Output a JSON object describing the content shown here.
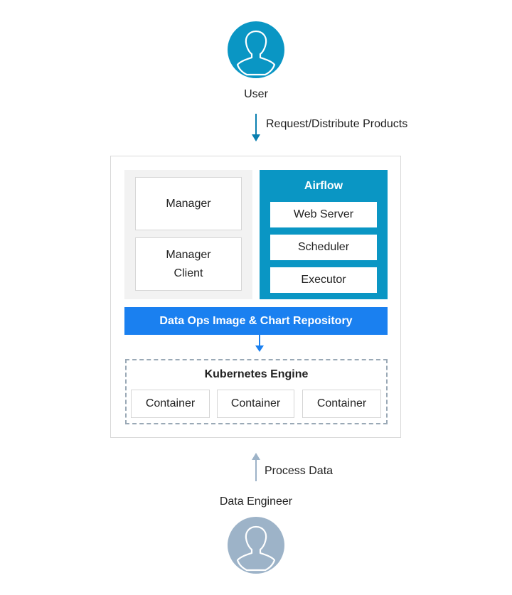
{
  "user": {
    "label": "User",
    "color": "#0a96c4"
  },
  "data_engineer": {
    "label": "Data Engineer",
    "color": "#9db3c8"
  },
  "flows": {
    "request": "Request/Distribute Products",
    "process": "Process Data"
  },
  "manager_panel": {
    "manager": "Manager",
    "manager_client_line1": "Manager",
    "manager_client_line2": "Client"
  },
  "airflow": {
    "title": "Airflow",
    "components": [
      "Web Server",
      "Scheduler",
      "Executor"
    ]
  },
  "repository": {
    "label": "Data Ops Image & Chart Repository"
  },
  "kubernetes": {
    "title": "Kubernetes Engine",
    "containers": [
      "Container",
      "Container",
      "Container"
    ]
  }
}
